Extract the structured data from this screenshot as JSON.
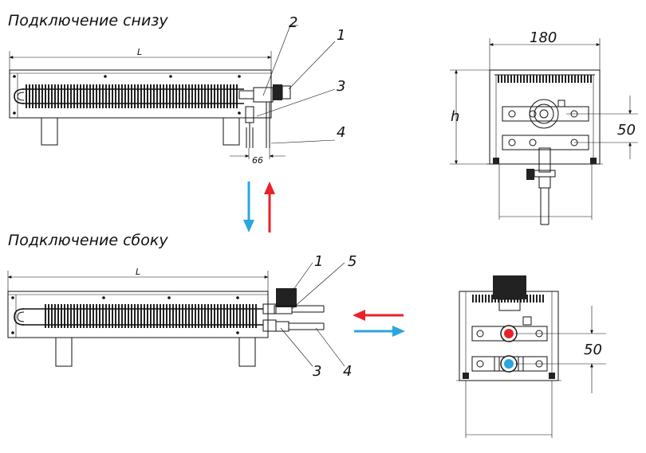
{
  "headings": {
    "bottom": "Подключение снизу",
    "side": "Подключение сбоку"
  },
  "labels": {
    "L": "L",
    "h": "h",
    "w180": "180",
    "d66": "66",
    "d50": "50"
  },
  "callouts": {
    "n1": "1",
    "n2": "2",
    "n3": "3",
    "n4": "4",
    "n5": "5"
  },
  "colors": {
    "supply": "#e8222a",
    "return": "#2aa6df",
    "line": "#111111"
  }
}
